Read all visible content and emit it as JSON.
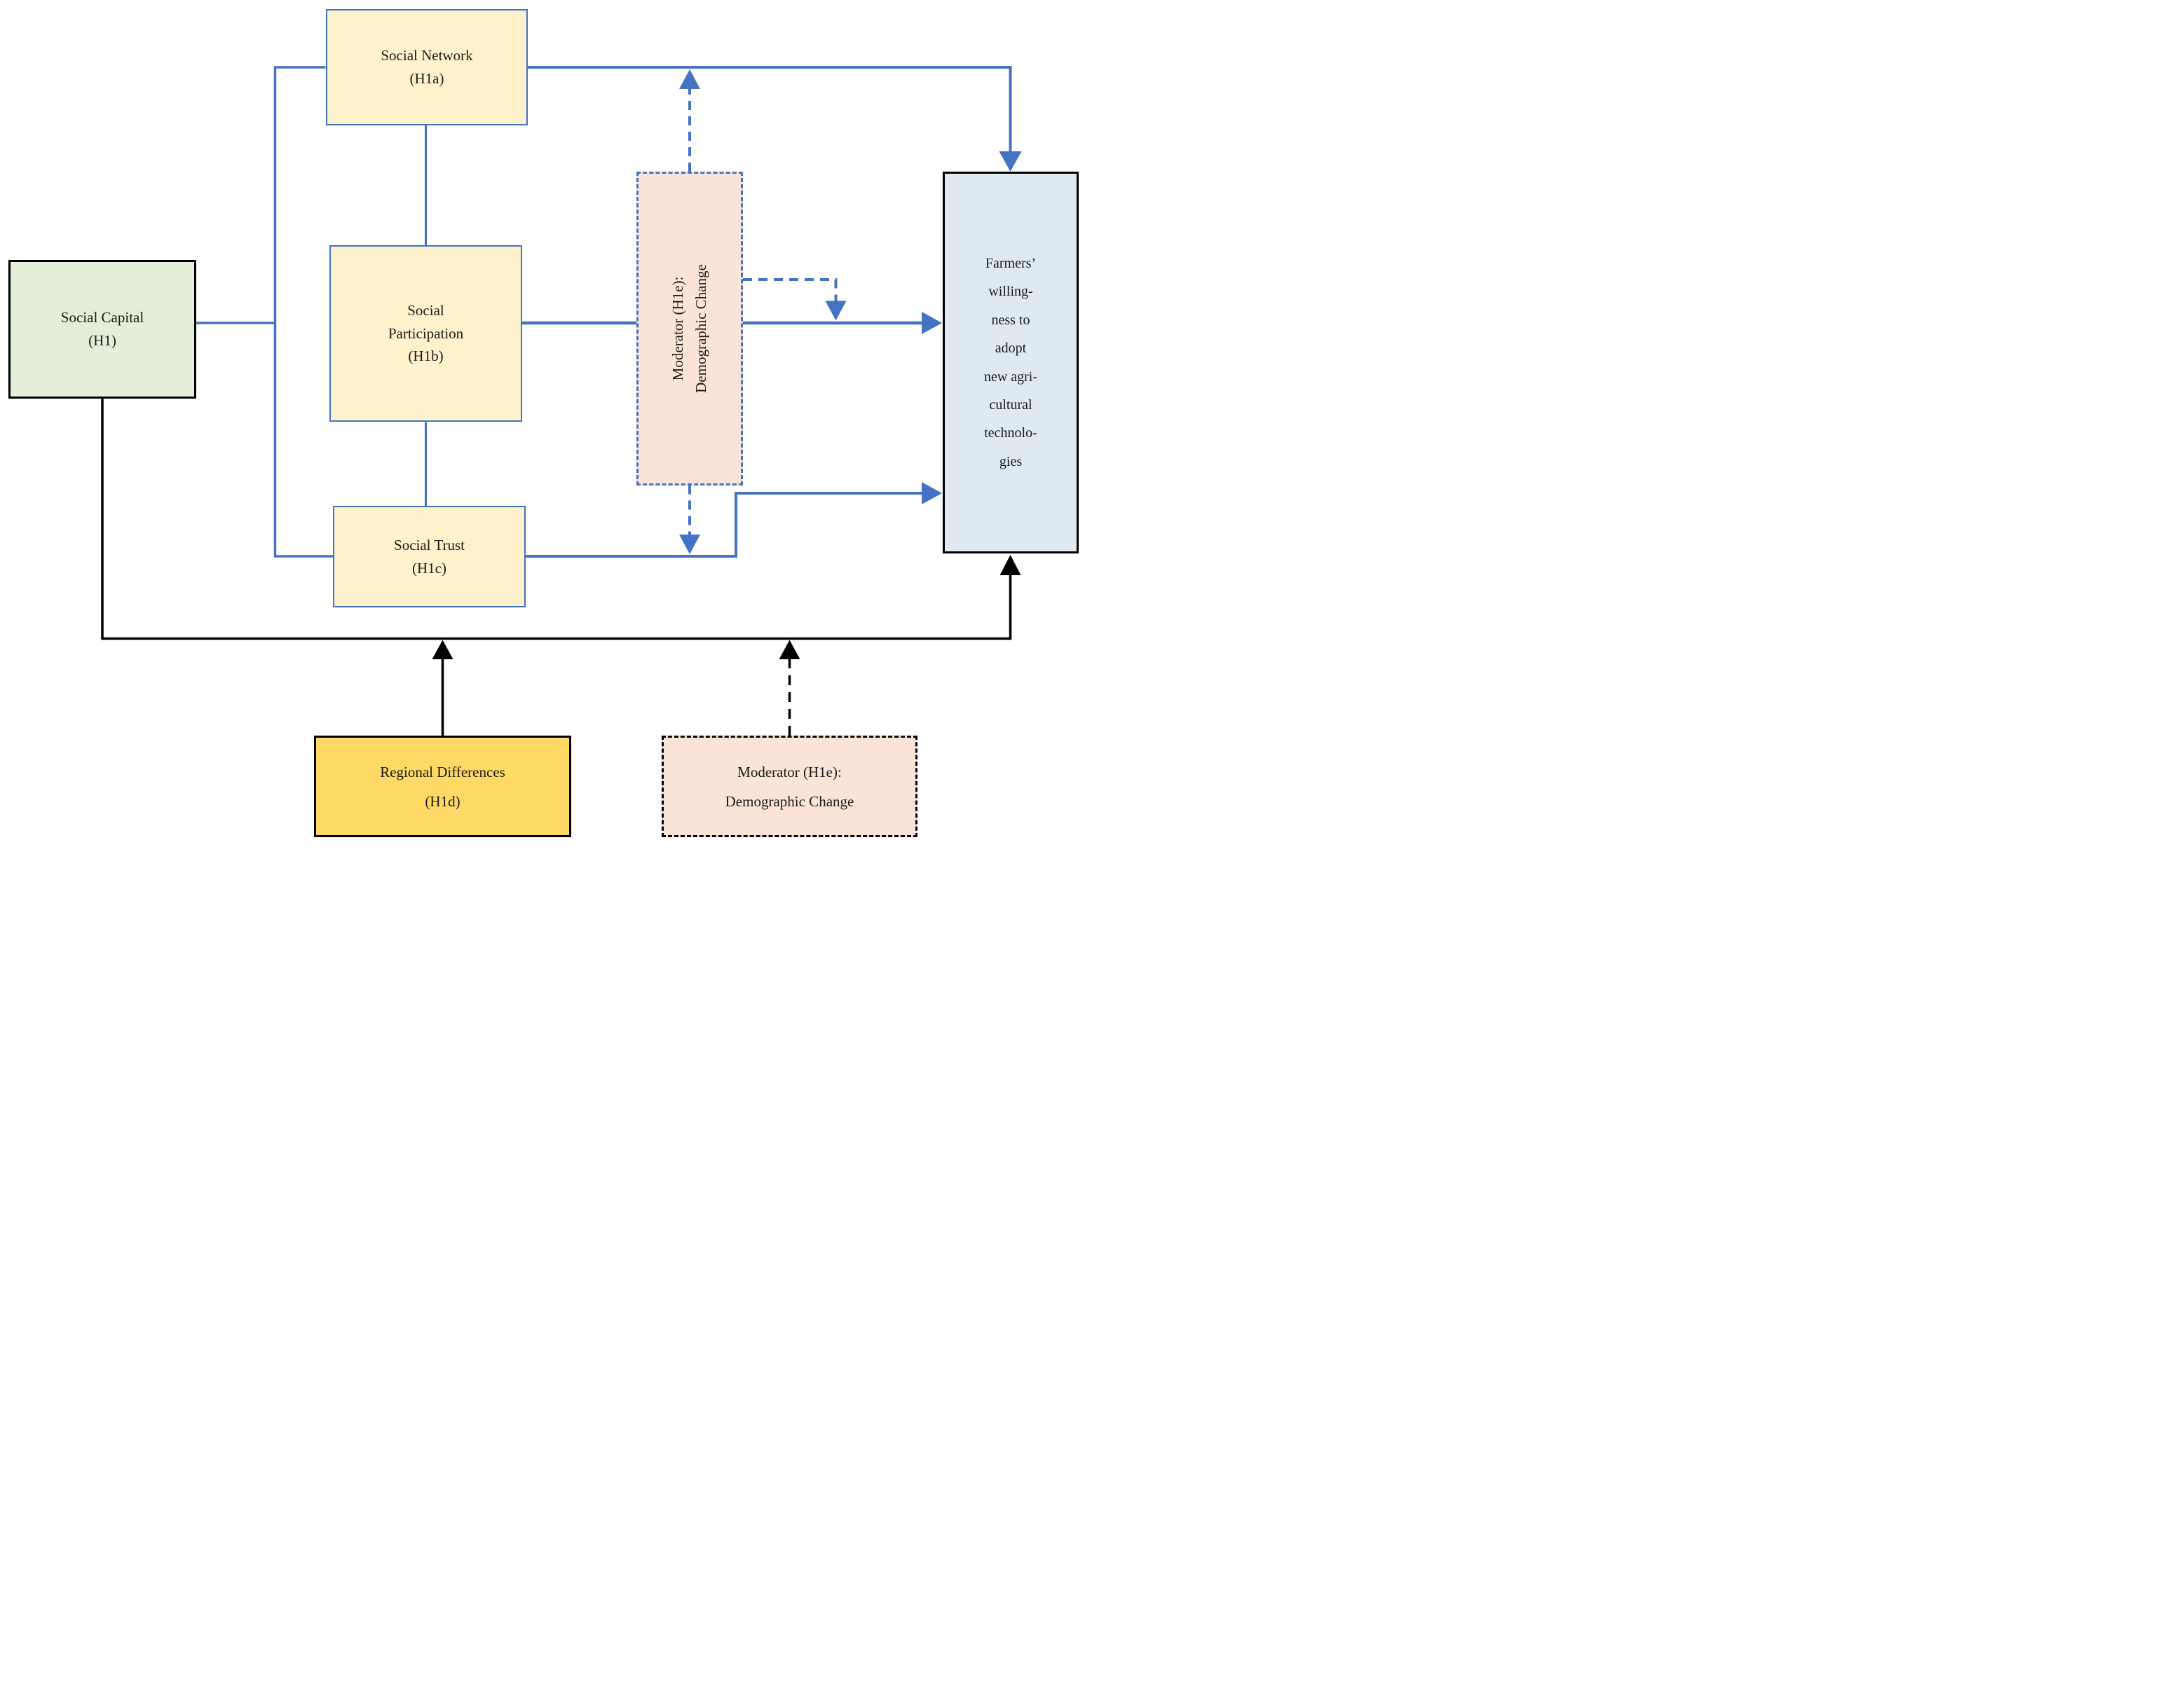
{
  "figure": {
    "type": "conceptual-model-diagram",
    "description_not_rendered": "",
    "colors": {
      "accent_blue": "#4472C4",
      "black": "#000000",
      "fill_green": "#E3EFD9",
      "fill_cream": "#FEF2CC",
      "fill_pink": "#FAE3D7",
      "fill_light_blue": "#DEE9F2",
      "fill_gold": "#FFD965",
      "text": "#1B1B1B"
    }
  },
  "boxes": {
    "social_capital": {
      "lines": [
        "Social Capital",
        "(H1)"
      ]
    },
    "social_network": {
      "lines": [
        "Social Network",
        "(H1a)"
      ]
    },
    "social_participation": {
      "lines": [
        "Social",
        "Participation",
        "(H1b)"
      ]
    },
    "social_trust": {
      "lines": [
        "Social Trust",
        "(H1c)"
      ]
    },
    "moderator_mid": {
      "lines": [
        "Moderator (H1e):",
        "Demographic Change"
      ]
    },
    "farmers": {
      "lines": [
        "Farmers’",
        "willing-",
        "ness to",
        "adopt",
        "new agri-",
        "cultural",
        "technolo-",
        "gies"
      ]
    },
    "regional_differences": {
      "lines": [
        "Regional Differences",
        "(H1d)"
      ]
    },
    "moderator_bottom": {
      "lines": [
        "Moderator (H1e):",
        "Demographic Change"
      ]
    }
  },
  "edges": [
    {
      "from": "social_capital",
      "to": "social_network",
      "style": "solid-blue",
      "arrow": "none"
    },
    {
      "from": "social_capital",
      "to": "social_trust",
      "style": "solid-blue",
      "arrow": "none"
    },
    {
      "from": "social_network",
      "to": "social_participation",
      "style": "solid-blue",
      "arrow": "none"
    },
    {
      "from": "social_participation",
      "to": "social_trust",
      "style": "solid-blue",
      "arrow": "none"
    },
    {
      "from": "social_network",
      "to": "farmers",
      "style": "solid-blue",
      "arrow": "end"
    },
    {
      "from": "social_participation",
      "to": "farmers",
      "style": "solid-blue",
      "arrow": "end"
    },
    {
      "from": "social_trust",
      "to": "farmers",
      "style": "solid-blue",
      "arrow": "end"
    },
    {
      "from": "moderator_mid",
      "to": "social_network_to_farmers_line",
      "style": "dashed-blue",
      "arrow": "end"
    },
    {
      "from": "moderator_mid",
      "to": "social_participation_to_farmers_line",
      "style": "dashed-blue",
      "arrow": "end"
    },
    {
      "from": "moderator_mid",
      "to": "social_trust_to_farmers_line",
      "style": "dashed-blue",
      "arrow": "end"
    },
    {
      "from": "social_capital",
      "to": "farmers",
      "style": "solid-black",
      "arrow": "end"
    },
    {
      "from": "regional_differences",
      "to": "social_capital_to_farmers_line",
      "style": "solid-black",
      "arrow": "end"
    },
    {
      "from": "moderator_bottom",
      "to": "social_capital_to_farmers_line",
      "style": "dashed-black",
      "arrow": "end"
    }
  ]
}
